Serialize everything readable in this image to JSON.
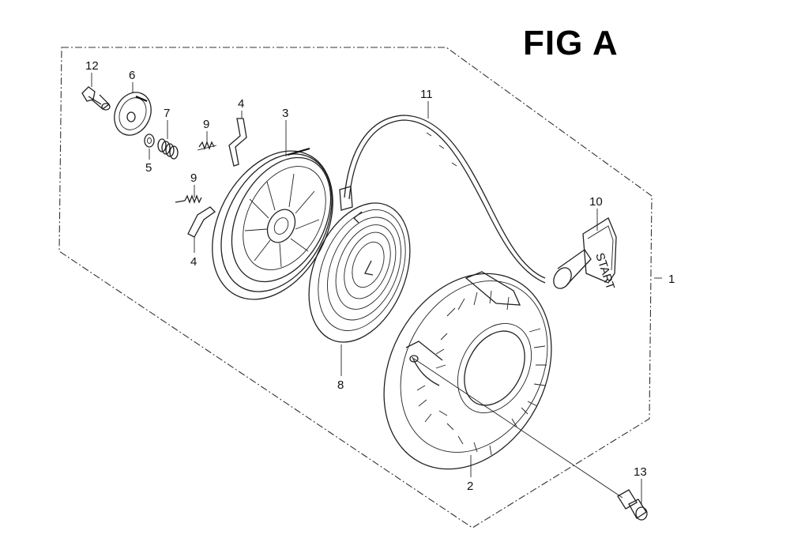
{
  "figure": {
    "title": "FIG A"
  },
  "callouts": {
    "c1": "1",
    "c2": "2",
    "c3": "3",
    "c4a": "4",
    "c4b": "4",
    "c5": "5",
    "c6": "6",
    "c7": "7",
    "c8": "8",
    "c9a": "9",
    "c9b": "9",
    "c10": "10",
    "c11": "11",
    "c12": "12",
    "c13": "13"
  },
  "handle_text": "START"
}
